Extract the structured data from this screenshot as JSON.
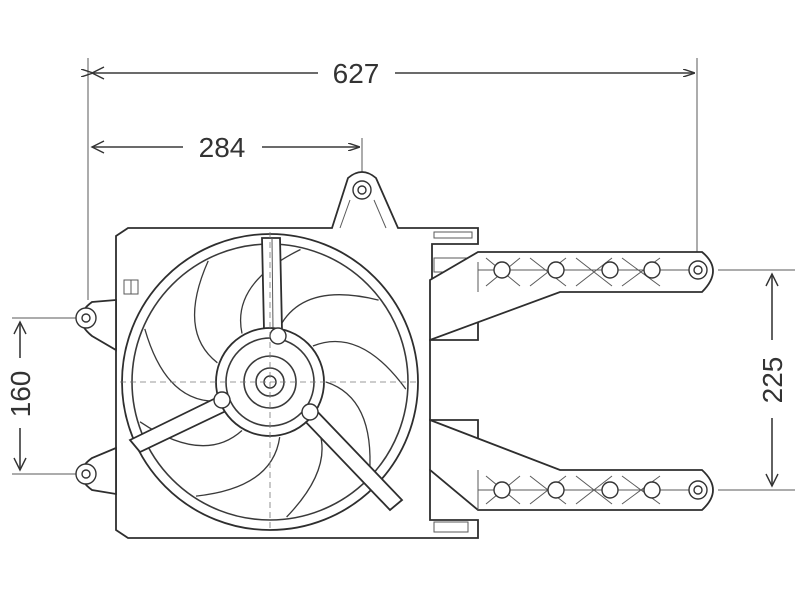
{
  "drawing": {
    "dimensions": {
      "overall_width": "627",
      "hub_offset": "284",
      "left_mount_spacing": "160",
      "right_mount_spacing": "225"
    }
  }
}
